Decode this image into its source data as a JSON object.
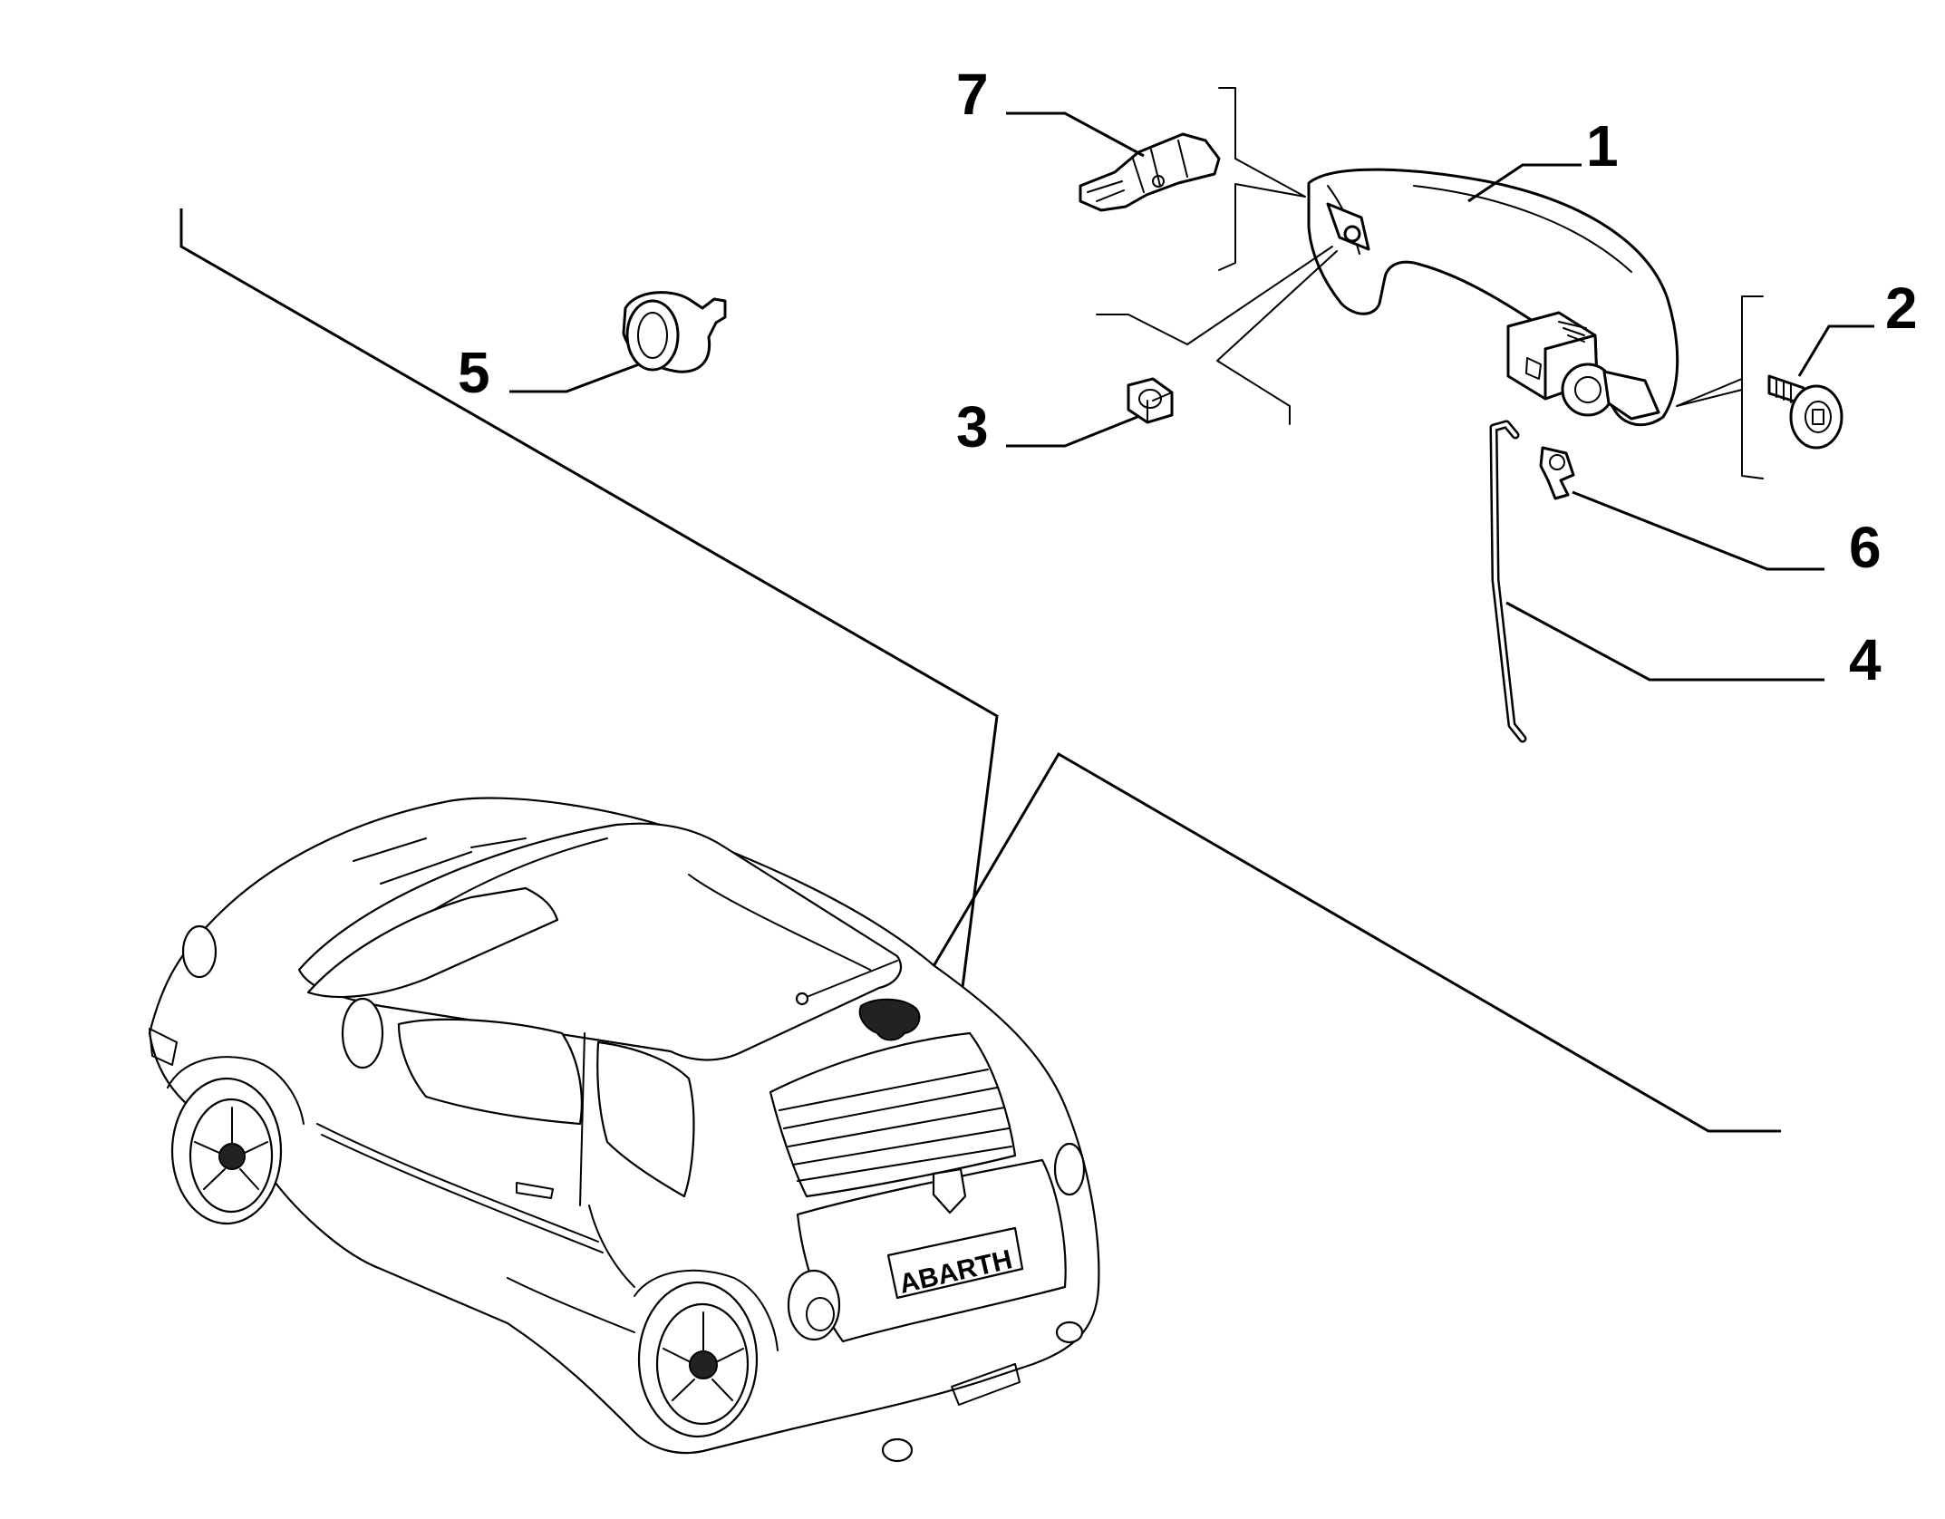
{
  "callouts": [
    {
      "id": "1",
      "label": "1"
    },
    {
      "id": "2",
      "label": "2"
    },
    {
      "id": "3",
      "label": "3"
    },
    {
      "id": "4",
      "label": "4"
    },
    {
      "id": "5",
      "label": "5"
    },
    {
      "id": "6",
      "label": "6"
    },
    {
      "id": "7",
      "label": "7"
    }
  ],
  "car": {
    "plate_text": "ABARTH"
  },
  "colors": {
    "line": "#000000",
    "background": "#ffffff"
  }
}
